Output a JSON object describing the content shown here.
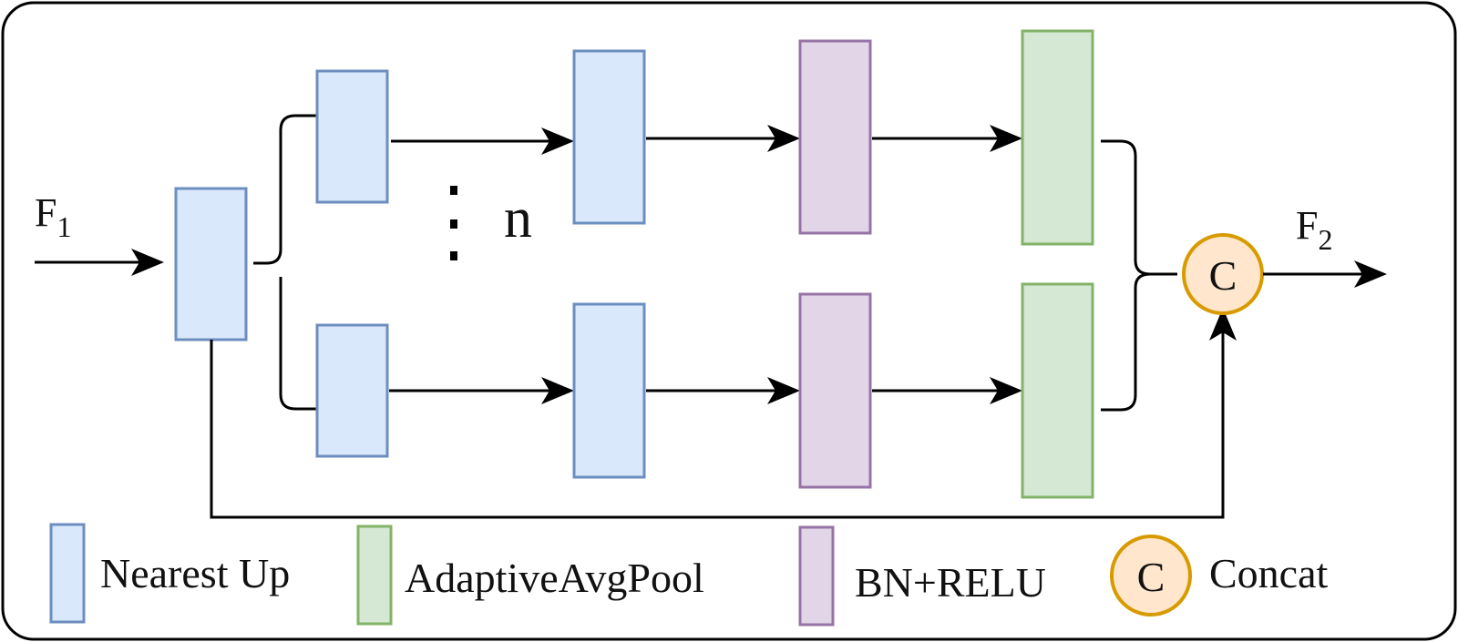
{
  "diagram": {
    "input_label": {
      "main": "F",
      "sub": "1"
    },
    "output_label": {
      "main": "F",
      "sub": "2"
    },
    "repeat_label": "n",
    "concat_symbol": "C"
  },
  "legend": {
    "nearest_up": "Nearest Up",
    "adaptive_avg_pool": "AdaptiveAvgPool",
    "bn_relu": "BN+RELU",
    "concat": "Concat",
    "concat_symbol": "C"
  },
  "colors": {
    "nearest_up_fill": "#dae8fc",
    "nearest_up_stroke": "#6c8ebf",
    "adaptive_avg_pool_fill": "#d5e8d4",
    "adaptive_avg_pool_stroke": "#82b366",
    "bn_relu_fill": "#e1d5e7",
    "bn_relu_stroke": "#9673a6",
    "concat_fill": "#ffe6cc",
    "concat_stroke": "#d79b00",
    "line": "#000000"
  }
}
